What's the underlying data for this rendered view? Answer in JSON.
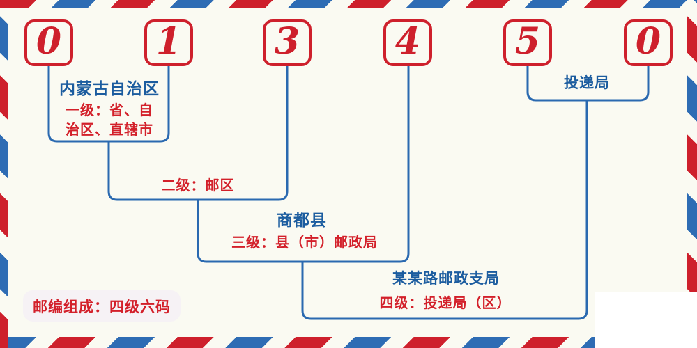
{
  "postal_code": {
    "digits": [
      "0",
      "1",
      "3",
      "4",
      "5",
      "0"
    ]
  },
  "labels": {
    "level1_region": "内蒙古自治区",
    "level1": "一级：省、自\n治区、直辖市",
    "level2": "二级：邮区",
    "level3_place": "商都县",
    "level3": "三级：县（市）邮政局",
    "level4_place": "某某路邮政支局",
    "level4": "四级：投递局（区）",
    "delivery": "投递局",
    "footer_note": "邮编组成：四级六码"
  },
  "colors": {
    "stripe_red": "#ce202c",
    "stripe_blue": "#2e6cb4",
    "box_border_red": "#ce202c",
    "digit_red": "#ce202c",
    "connector_blue": "#2a69b0",
    "heading_blue": "#1b5c9f",
    "label_red": "#d3202a",
    "background": "#fafaf2",
    "footer_box_background": "#f6f2f5"
  }
}
